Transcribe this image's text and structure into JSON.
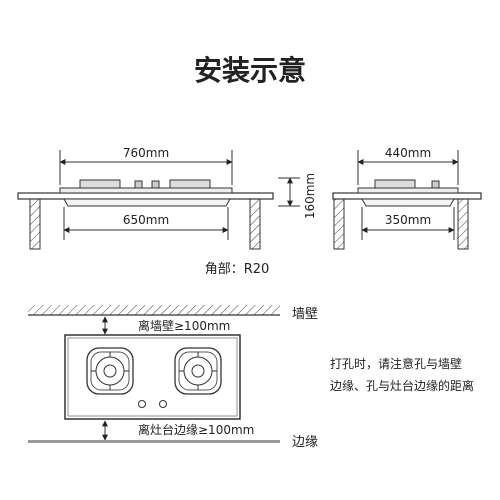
{
  "title": "安装示意",
  "side_view_left": {
    "top_width": "760mm",
    "cutout_width": "650mm",
    "height": "160mm"
  },
  "side_view_right": {
    "top_width": "440mm",
    "cutout_width": "350mm"
  },
  "corner_label": "角部：R20",
  "top_view": {
    "wall_label": "墙壁",
    "wall_distance": "离墙壁≥100mm",
    "edge_label": "边缘",
    "edge_distance": "离灶台边缘≥100mm",
    "note_line1": "打孔时，请注意孔与墙壁",
    "note_line2": "边缘、孔与灶台边缘的距离"
  }
}
